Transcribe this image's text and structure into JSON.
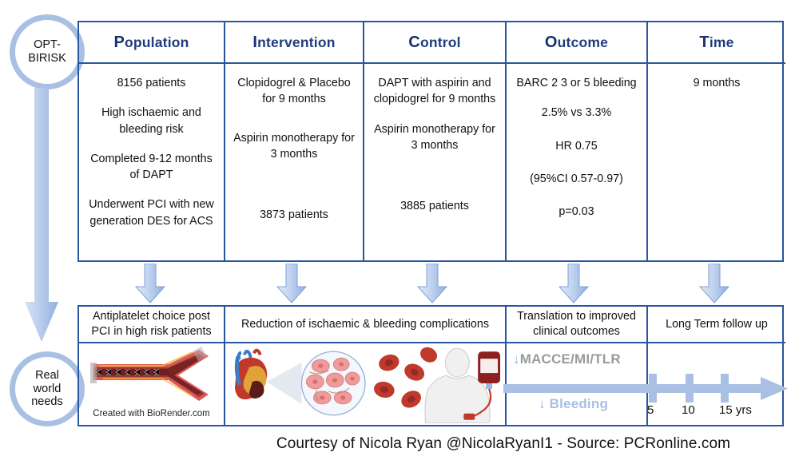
{
  "trial": {
    "badge_line1": "OPT-",
    "badge_line2": "BIRISK",
    "needs_line1": "Real",
    "needs_line2": "world",
    "needs_line3": "needs"
  },
  "table": {
    "headers": [
      {
        "initial": "P",
        "rest": "opulation"
      },
      {
        "initial": "I",
        "rest": "ntervention"
      },
      {
        "initial": "C",
        "rest": "ontrol"
      },
      {
        "initial": "O",
        "rest": "utcome"
      },
      {
        "initial": "T",
        "rest": "ime"
      }
    ],
    "columns": [
      {
        "name": "population",
        "items": [
          "8156 patients",
          "High ischaemic and bleeding risk",
          "Completed 9-12 months of DAPT",
          "Underwent PCI with new generation DES for ACS"
        ]
      },
      {
        "name": "intervention",
        "items": [
          "Clopidogrel & Placebo for 9 months",
          "Aspirin monotherapy for 3 months",
          "3873 patients"
        ]
      },
      {
        "name": "control",
        "items": [
          "DAPT with aspirin and clopidogrel for 9 months",
          "Aspirin monotherapy for 3 months",
          "3885 patients"
        ]
      },
      {
        "name": "outcome",
        "items": [
          "BARC 2 3 or 5 bleeding",
          "2.5% vs 3.3%",
          "HR 0.75",
          "(95%CI 0.57-0.97)",
          "p=0.03"
        ]
      },
      {
        "name": "time",
        "items": [
          "9 months"
        ]
      }
    ]
  },
  "needs_row": {
    "headers": [
      "Antiplatelet choice post PCI in high risk patients",
      "Reduction of ischaemic & bleeding complications",
      "Translation to improved clinical outcomes",
      "Long Term follow up"
    ],
    "biorender_credit": "Created with BioRender.com",
    "outcome_labels": {
      "macce": "MACCE/MI/TLR",
      "bleeding": "Bleeding",
      "down_arrow": "↓"
    },
    "timeline_ticks": [
      "5",
      "10",
      "15 yrs"
    ]
  },
  "caption": "Courtesy of Nicola Ryan @NicolaRyanI1 - Source: PCRonline.com",
  "colors": {
    "border_blue": "#2a56a0",
    "header_blue": "#1f3d7a",
    "arrow_light": "#a9c0e4",
    "grey_text": "#9a9a9a"
  }
}
